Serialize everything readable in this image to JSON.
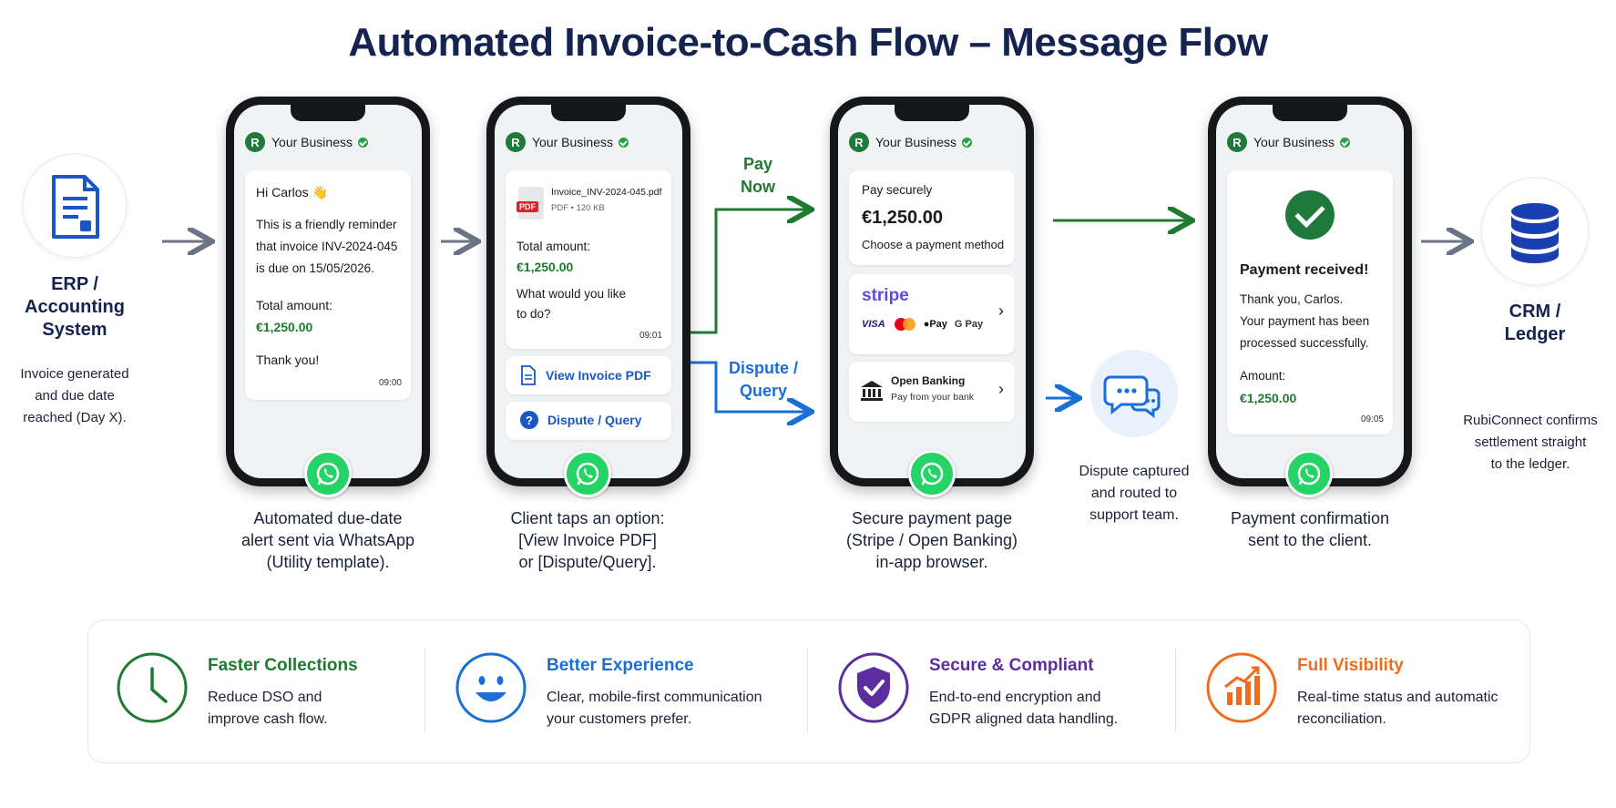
{
  "title": "Automated Invoice-to-Cash Flow – Message Flow",
  "business_name": "Your Business",
  "business_initial": "R",
  "erp": {
    "label_lines": [
      "ERP /",
      "Accounting",
      "System"
    ],
    "caption_lines": [
      "Invoice generated",
      "and due date",
      "reached (Day X)."
    ]
  },
  "phone1": {
    "greeting": "Hi Carlos 👋",
    "lines": [
      "This is a friendly reminder",
      "that invoice INV-2024-045",
      "is due on 15/05/2026."
    ],
    "total_label": "Total amount:",
    "total_value": "€1,250.00",
    "thanks": "Thank you!",
    "time": "09:00",
    "caption_lines": [
      "Automated due-date",
      "alert sent via WhatsApp",
      "(Utility template)."
    ]
  },
  "phone2": {
    "pdf_badge": "PDF",
    "file_name": "Invoice_INV-2024-045.pdf",
    "file_meta": "PDF • 120 KB",
    "total_label": "Total amount:",
    "total_value": "€1,250.00",
    "question_lines": [
      "What would you like",
      "to do?"
    ],
    "time": "09:01",
    "btn_view": "View Invoice PDF",
    "btn_dispute": "Dispute / Query",
    "caption_lines": [
      "Client taps an option:",
      "[View Invoice PDF]",
      "or [Dispute/Query]."
    ]
  },
  "branch": {
    "pay_lines": [
      "Pay",
      "Now"
    ],
    "dispute_lines": [
      "Dispute /",
      "Query"
    ],
    "pay_color": "#1e7a2e",
    "dispute_color": "#1a6fd6"
  },
  "phone3": {
    "pay_securely": "Pay securely",
    "amount": "€1,250.00",
    "choose": "Choose a payment method",
    "stripe": "stripe",
    "methods": [
      "VISA",
      "Pay",
      "G Pay"
    ],
    "ob_title": "Open Banking",
    "ob_sub": "Pay from your bank",
    "caption_lines": [
      "Secure payment page",
      "(Stripe / Open Banking)",
      "in-app browser."
    ]
  },
  "dispute_box": {
    "caption_lines": [
      "Dispute captured",
      "and routed to",
      "support team."
    ]
  },
  "phone4": {
    "heading": "Payment received!",
    "lines": [
      "Thank you, Carlos.",
      "Your payment has been",
      "processed successfully."
    ],
    "amount_label": "Amount:",
    "amount_value": "€1,250.00",
    "time": "09:05",
    "caption_lines": [
      "Payment confirmation",
      "sent to the client."
    ]
  },
  "crm": {
    "label_lines": [
      "CRM /",
      "Ledger"
    ],
    "caption_lines": [
      "RubiConnect confirms",
      "settlement straight",
      "to the ledger."
    ]
  },
  "features": [
    {
      "title": "Faster Collections",
      "lines": [
        "Reduce DSO and",
        "improve cash flow."
      ],
      "color": "#1e7a2e",
      "icon": "clock-icon"
    },
    {
      "title": "Better Experience",
      "lines": [
        "Clear, mobile-first communication",
        "your customers prefer."
      ],
      "color": "#1a6fd6",
      "icon": "smiley-icon"
    },
    {
      "title": "Secure & Compliant",
      "lines": [
        "End-to-end encryption and",
        "GDPR aligned data handling."
      ],
      "color": "#5b2d9e",
      "icon": "shield-check-icon"
    },
    {
      "title": "Full Visibility",
      "lines": [
        "Real-time status and automatic",
        "reconciliation."
      ],
      "color": "#f26b1d",
      "icon": "bar-chart-up-icon"
    }
  ],
  "colors": {
    "title": "#142350",
    "whatsapp": "#25d366",
    "accent_green": "#1e7a2e",
    "accent_blue": "#1a56c4",
    "arrow_gray": "#6b7485"
  }
}
